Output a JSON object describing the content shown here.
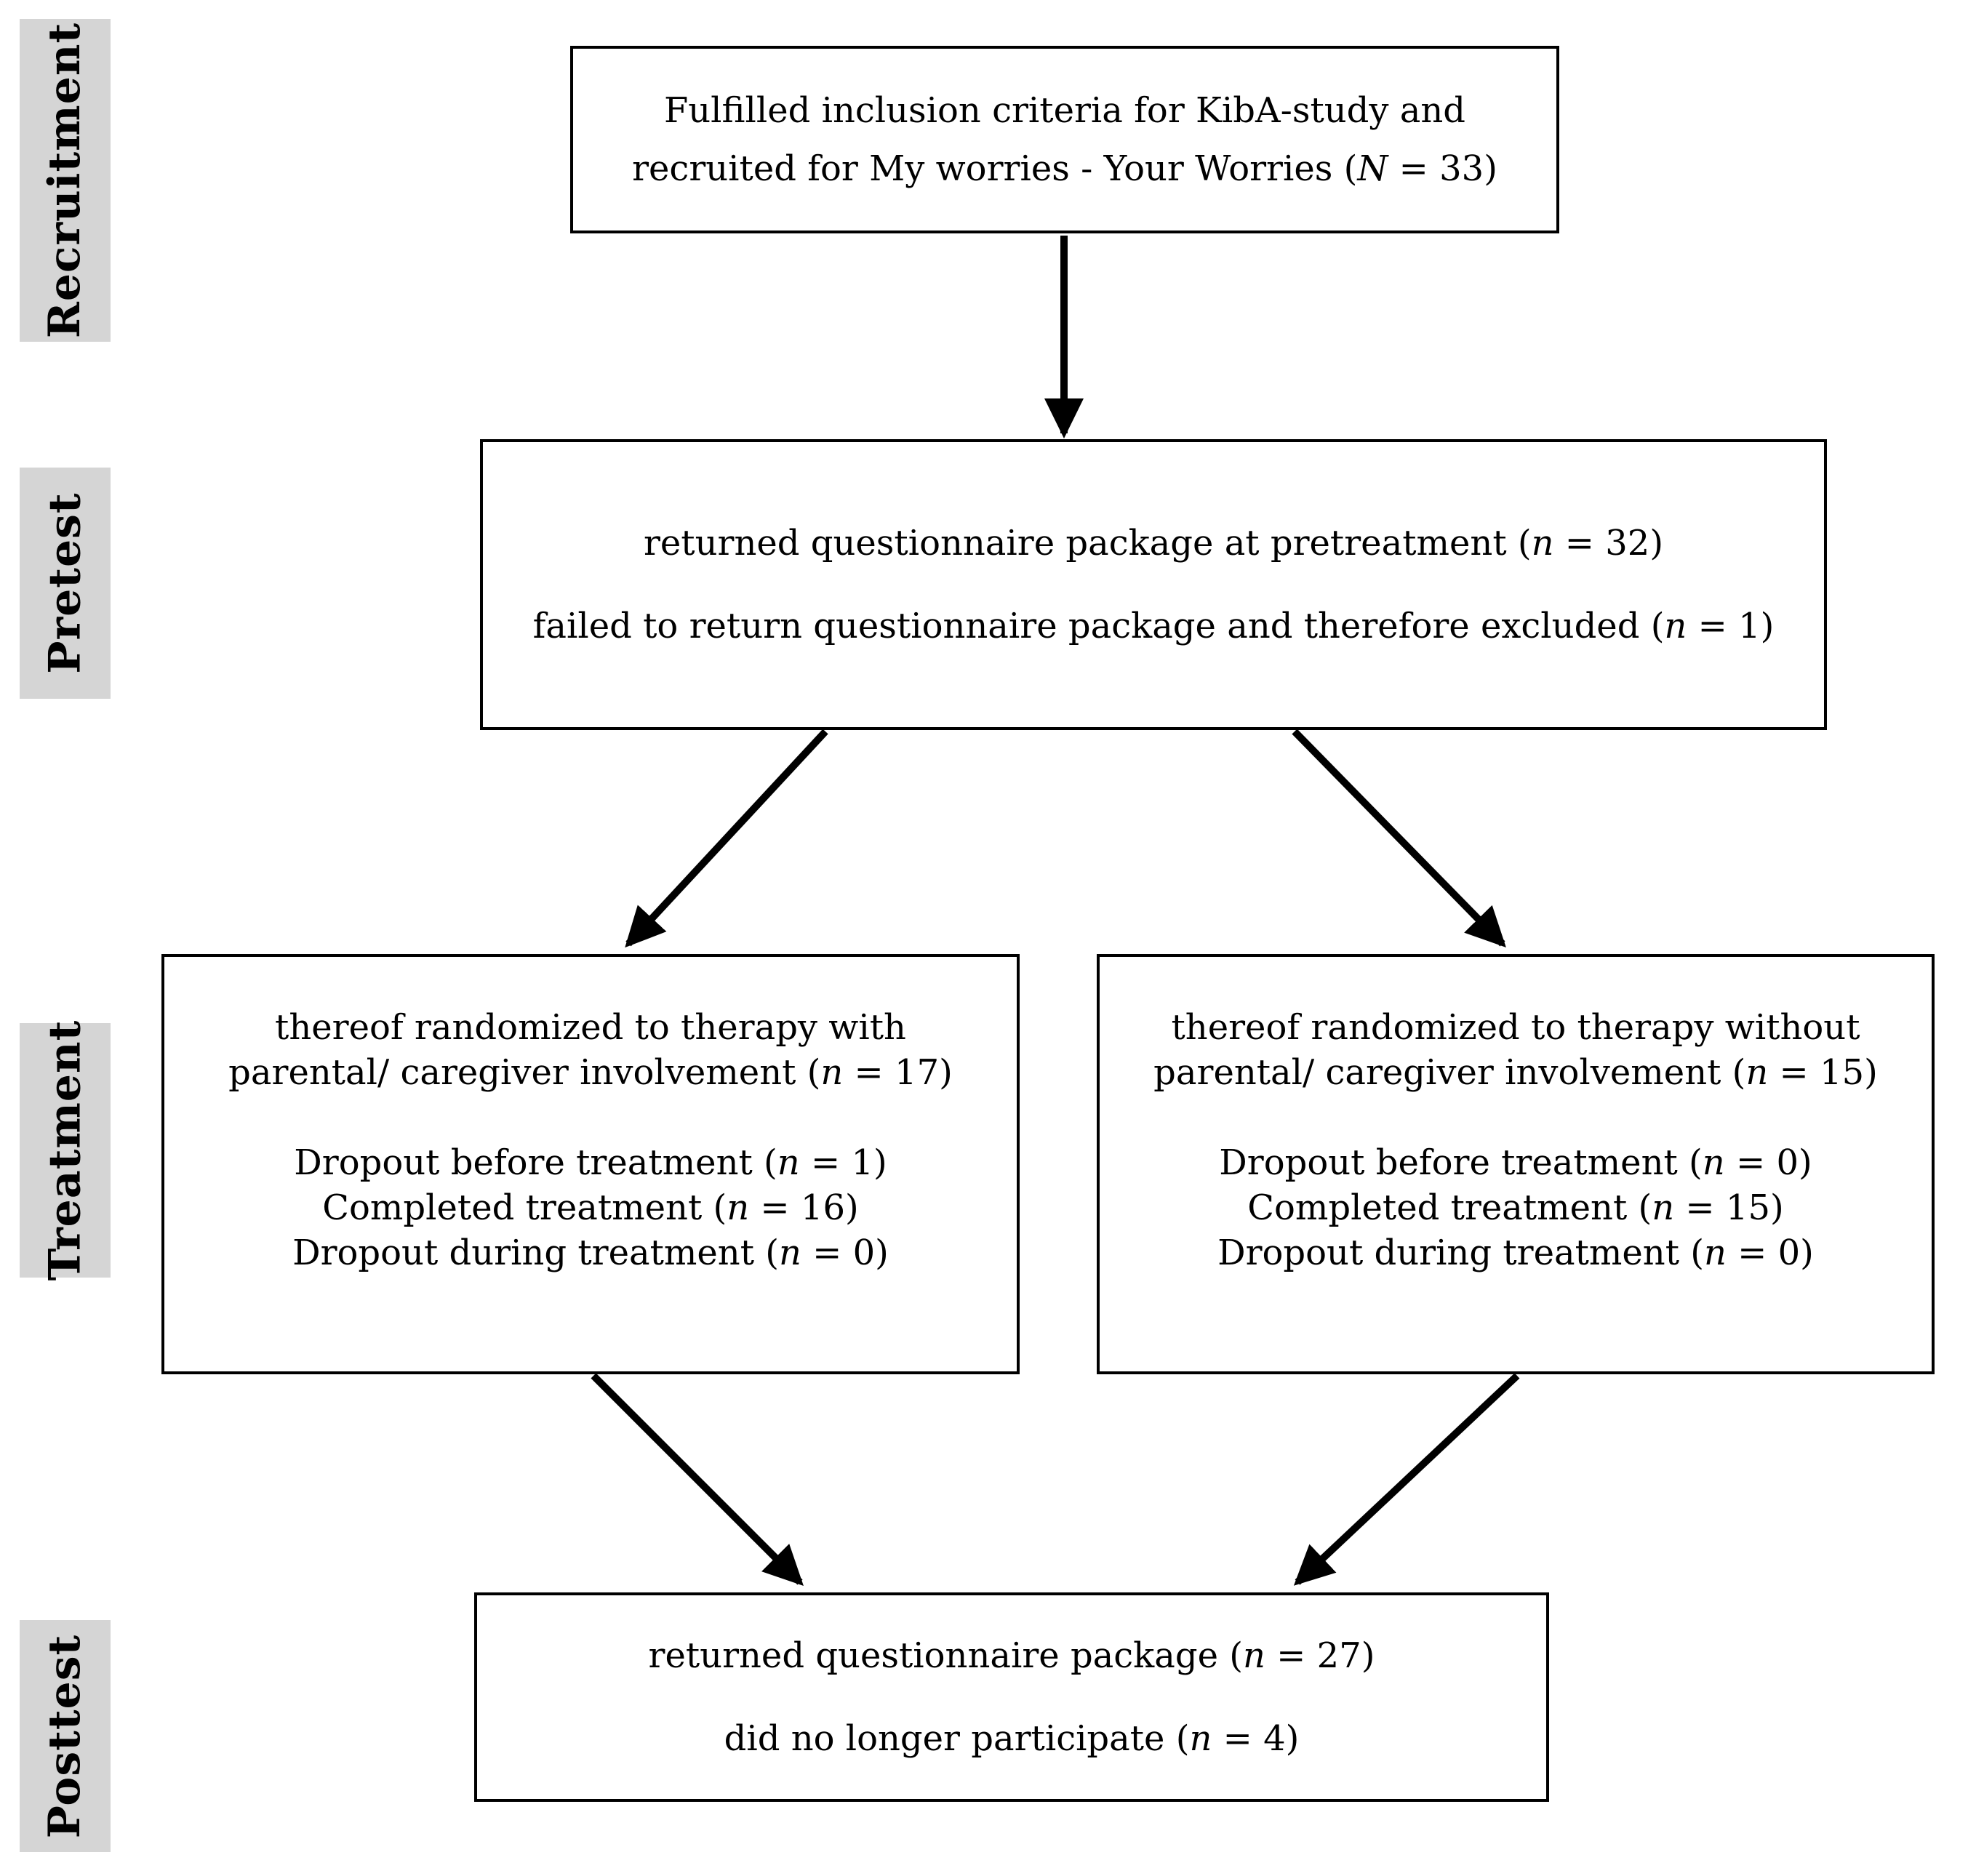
{
  "stages": [
    {
      "label": "Recruitment"
    },
    {
      "label": "Pretest"
    },
    {
      "label": "Treatment"
    },
    {
      "label": "Posttest"
    }
  ],
  "boxes": {
    "recruitment": {
      "line1": "Fulfilled inclusion criteria for KibA-study and",
      "line2": {
        "pre": "recruited for My worries - Your Worries (",
        "var": "N",
        "post": " = 33)"
      }
    },
    "pretest": {
      "line1": {
        "pre": "returned questionnaire package at pretreatment (",
        "var": "n",
        "post": " = 32)"
      },
      "line2": {
        "pre": "failed to return questionnaire package and therefore excluded (",
        "var": "n",
        "post": " = 1)"
      }
    },
    "treatment_with": {
      "header1": "thereof randomized to therapy with",
      "header2": {
        "pre": "parental/ caregiver involvement  (",
        "var": "n",
        "post": " = 17)"
      },
      "stat1": {
        "pre": "Dropout before treatment (",
        "var": "n",
        "post": " = 1)"
      },
      "stat2": {
        "pre": "Completed treatment (",
        "var": "n",
        "post": " = 16)"
      },
      "stat3": {
        "pre": "Dropout during treatment (",
        "var": "n",
        "post": " = 0)"
      }
    },
    "treatment_without": {
      "header1": "thereof randomized to therapy without",
      "header2": {
        "pre": "parental/ caregiver involvement  (",
        "var": "n",
        "post": " = 15)"
      },
      "stat1": {
        "pre": "Dropout before treatment (",
        "var": "n",
        "post": " = 0)"
      },
      "stat2": {
        "pre": "Completed treatment (",
        "var": "n",
        "post": " = 15)"
      },
      "stat3": {
        "pre": "Dropout during treatment (",
        "var": "n",
        "post": " = 0)"
      }
    },
    "posttest": {
      "line1": {
        "pre": "returned questionnaire package (",
        "var": "n",
        "post": " = 27)"
      },
      "line2": {
        "pre": "did no longer participate (",
        "var": "n",
        "post": " = 4)"
      }
    }
  },
  "colors": {
    "label_bg": "#d5d5d5",
    "line": "#000000",
    "box_bg": "#ffffff",
    "text": "#000000"
  }
}
